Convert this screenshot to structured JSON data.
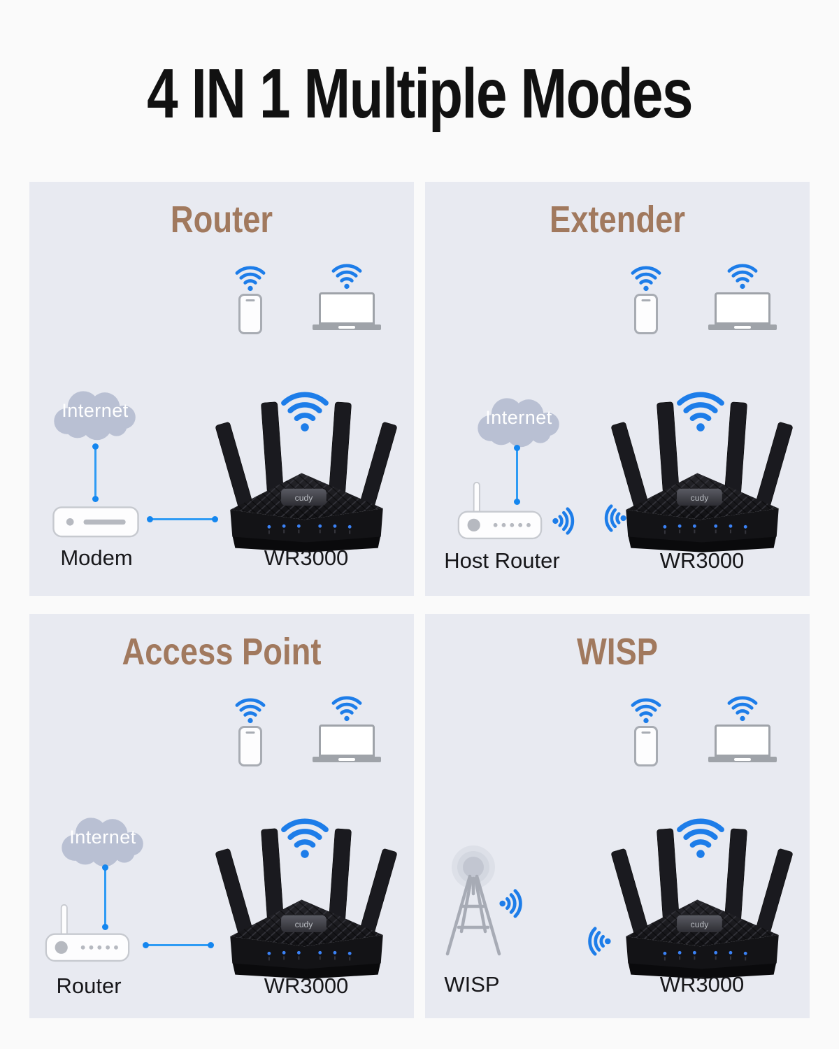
{
  "page": {
    "title": "4 IN 1 Multiple Modes"
  },
  "colors": {
    "page_bg": "#fafafa",
    "panel_bg": "#e8eaf1",
    "mode_title_brown": "#a1795e",
    "wifi_blue": "#1d7de9",
    "connector_blue": "#2e9bf4",
    "cloud_gray": "#b9c0d3",
    "label_black": "#17171a"
  },
  "router_logo": "cudy",
  "panels": [
    {
      "title": "Router",
      "cloud_label": "Internet",
      "left_label": "Modem",
      "right_label": "WR3000",
      "connection": "wired"
    },
    {
      "title": "Extender",
      "cloud_label": "Internet",
      "left_label": "Host Router",
      "right_label": "WR3000",
      "connection": "wireless"
    },
    {
      "title": "Access Point",
      "cloud_label": "Internet",
      "left_label": "Router",
      "right_label": "WR3000",
      "connection": "wired"
    },
    {
      "title": "WISP",
      "left_label": "WISP",
      "right_label": "WR3000",
      "connection": "wireless"
    }
  ]
}
